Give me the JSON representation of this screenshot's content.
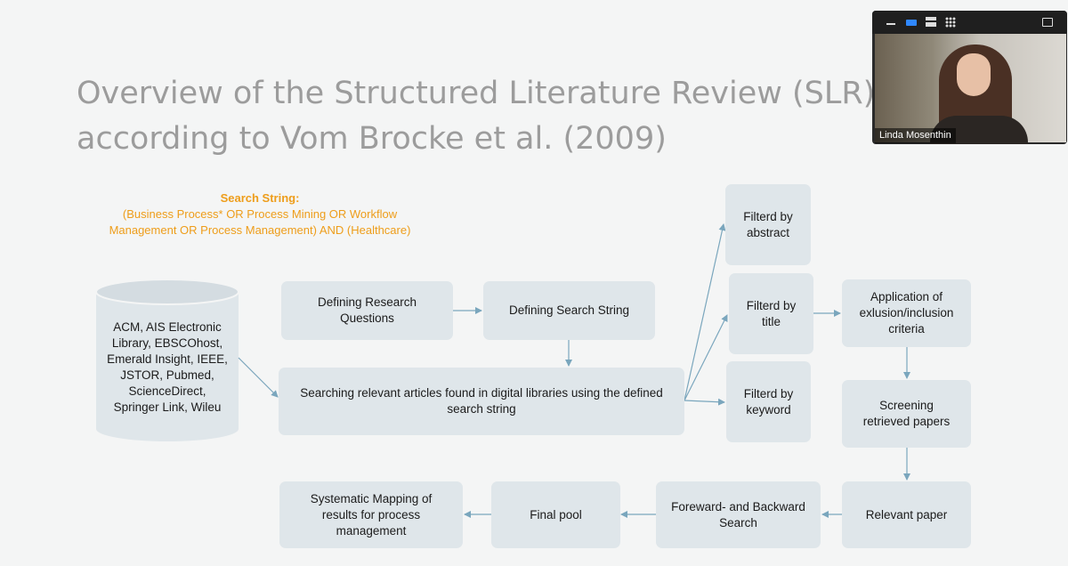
{
  "slide": {
    "title_line1": "Overview of the Structured Literature Review (SLR)",
    "title_line2": "according to Vom Brocke et al. (2009)",
    "search_label": "Search String:",
    "search_line1": "(Business Process* OR Process Mining OR Workflow",
    "search_line2": "Management OR Process Management) AND (Healthcare)"
  },
  "diagram": {
    "database_lines": [
      "ACM, AIS Electronic",
      "Library, EBSCOhost,",
      "Emerald Insight, IEEE,",
      "JSTOR, Pubmed,",
      "ScienceDirect,",
      "Springer Link, Wileu"
    ],
    "nodes": {
      "research_questions": [
        "Defining Research",
        "Questions"
      ],
      "search_string": [
        "Defining Search String"
      ],
      "searching": [
        "Searching relevant articles found in digital libraries using the defined",
        "search string"
      ],
      "abstract": [
        "Filterd by",
        "abstract"
      ],
      "title": [
        "Filterd by",
        "title"
      ],
      "keyword": [
        "Filterd by",
        "keyword"
      ],
      "criteria": [
        "Application of",
        "exlusion/inclusion",
        "criteria"
      ],
      "screening": [
        "Screening",
        "retrieved papers"
      ],
      "relevant": [
        "Relevant paper"
      ],
      "forward_backward": [
        "Foreward- and Backward",
        "Search"
      ],
      "final_pool": [
        "Final pool"
      ],
      "mapping": [
        "Systematic Mapping of",
        "results for process",
        "management"
      ]
    },
    "colors": {
      "node_fill": "#dfe6ea",
      "arrow": "#7aa6bd",
      "highlight": "#ee9d1a",
      "title": "#9c9c9c"
    }
  },
  "video": {
    "participant_name": "Linda Mosenthin"
  }
}
